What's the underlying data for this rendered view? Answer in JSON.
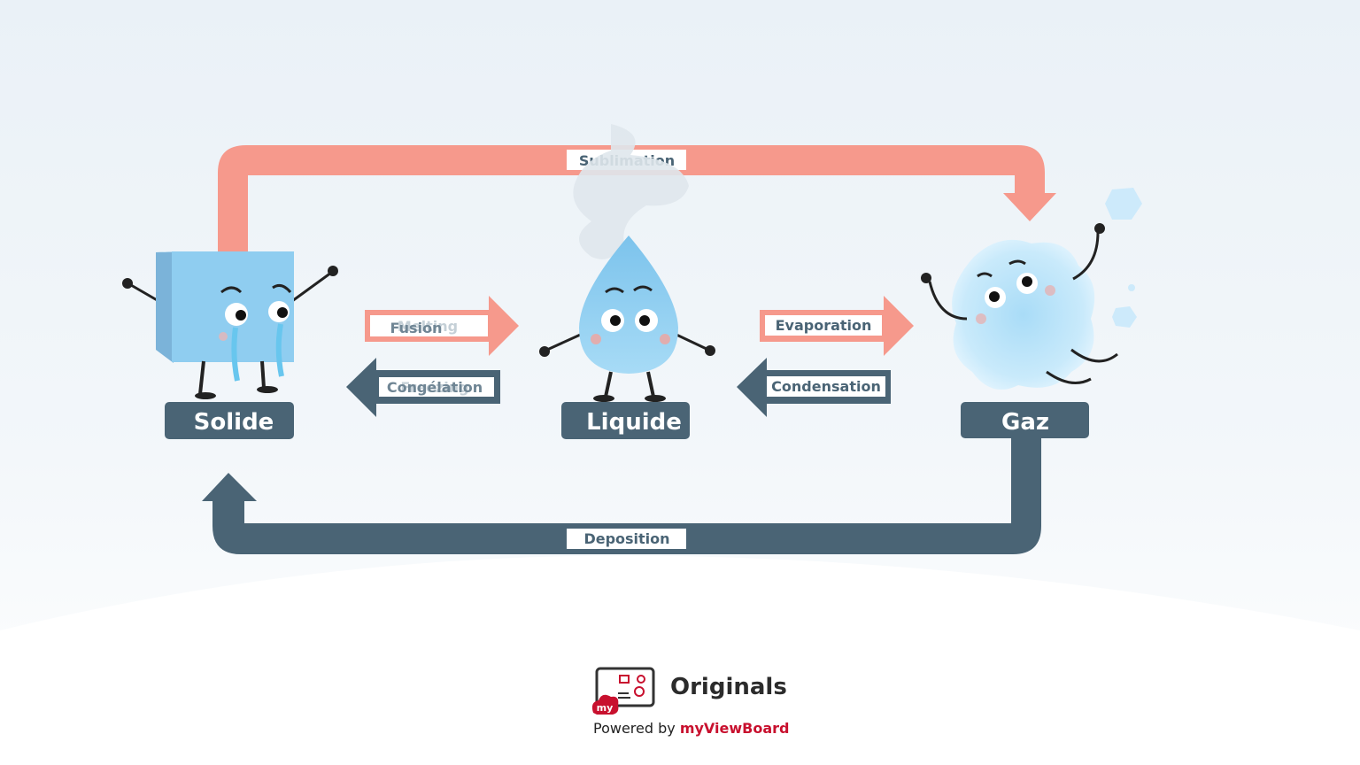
{
  "states": {
    "solid": "Solide",
    "liquid": "Liquide",
    "gas": "Gaz"
  },
  "transitions": {
    "sublimation": "Sublimation",
    "deposition": "Deposition",
    "fusion": "Fusion",
    "melting": "Melting",
    "congelation": "Congélation",
    "freezing": "Freezing",
    "evaporation": "Evaporation",
    "condensation": "Condensation"
  },
  "footer": {
    "originals": "Originals",
    "powered_by": "Powered by",
    "brand": "myViewBoard",
    "logo_text": "my"
  },
  "colors": {
    "warm_arrow": "#f6998c",
    "cool_arrow": "#4a6475",
    "label_box": "#4a6475",
    "character_blue": "#8fcdf0"
  }
}
